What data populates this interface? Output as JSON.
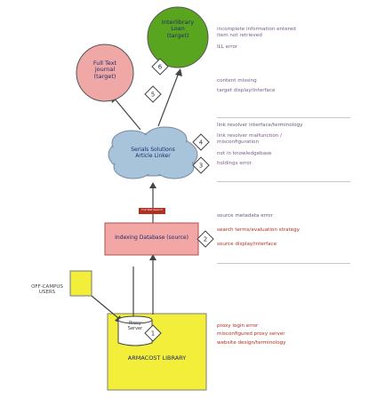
{
  "nodes": {
    "ill": {
      "label_lines": [
        "Interlibrary",
        "Loan",
        "(target)"
      ]
    },
    "fulltext": {
      "label_lines": [
        "Full Text",
        "journal",
        "(target)"
      ]
    },
    "serials": {
      "label_lines": [
        "Serials Solutions",
        "Article Linker"
      ]
    },
    "indexing": {
      "label": "Indexing Database (source)"
    },
    "fulltext_search": {
      "label": "Full Text Search"
    },
    "proxy": {
      "label_lines": [
        "Proxy",
        "Server"
      ]
    },
    "library": {
      "label": "ARMACOST LIBRARY"
    },
    "offcampus": {
      "label_lines": [
        "OFF-CAMPUS",
        "USERS"
      ]
    }
  },
  "steps": [
    "1",
    "2",
    "3",
    "4",
    "5",
    "6"
  ],
  "annotations": {
    "ill": [
      "incomplete information entered",
      "item not retrieved",
      "ILL error"
    ],
    "fulltext": [
      "content missing",
      "target display/interface"
    ],
    "serials_head": "link resolver interface/terminology",
    "serials": [
      "link resolver malfunction /",
      "misconfiguration",
      "not in knowledgebase",
      "holdings error"
    ],
    "indexing_head": "source metadata error",
    "indexing": [
      "search terms/evaluation strategy",
      "source display/interface"
    ],
    "proxy": [
      "proxy login error",
      "misconfigured proxy server",
      "website design/terminology"
    ]
  },
  "colors": {
    "ill": "#5aa51f",
    "fulltext": "#f0a8a6",
    "serials": "#a7c4da",
    "indexing": "#f2a7a5",
    "library": "#f2ee39",
    "offcampus": "#f2ee39",
    "annotation": "#7a5a8c",
    "badge": "#b0311f"
  }
}
